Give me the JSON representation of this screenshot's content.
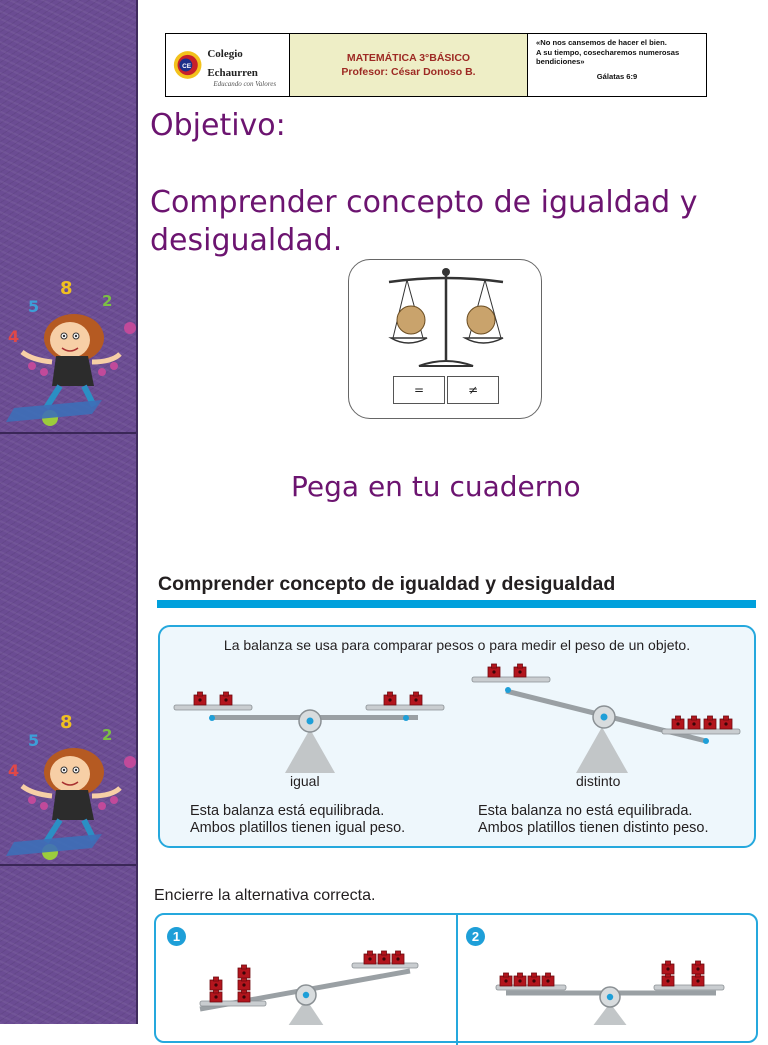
{
  "header": {
    "school_name": "Colegio Echaurren",
    "school_motto": "Educando con Valores",
    "subject": "MATEMÁTICA 3°BÁSICO",
    "teacher": "Profesor: César Donoso B.",
    "quote_line1": "«No nos cansemos de hacer el bien.",
    "quote_line2": "A su tiempo, cosecharemos numerosas bendiciones»",
    "quote_ref": "Gálatas 6:9"
  },
  "objective": {
    "title": "Objetivo:",
    "text": "Comprender concepto de igualdad y desigualdad."
  },
  "symbols": {
    "equal": "=",
    "not_equal": "≠"
  },
  "paste_note": "Pega en tu cuaderno",
  "worksheet": {
    "title": "Comprender concepto de igualdad y desigualdad",
    "intro": "La balanza se usa para comparar pesos o para medir el peso de un objeto.",
    "equal_label": "igual",
    "equal_desc_1": "Esta balanza está equilibrada.",
    "equal_desc_2": "Ambos platillos tienen igual peso.",
    "different_label": "distinto",
    "different_desc_1": "Esta balanza no está equilibrada.",
    "different_desc_2": "Ambos platillos tienen distinto peso.",
    "instruction": "Encierre la alternativa correcta.",
    "exercise_1": "1",
    "exercise_2": "2"
  },
  "colors": {
    "purple_text": "#6c1470",
    "accent_blue": "#00a0dc",
    "block_red": "#b3151d",
    "strip": "#6b4c93"
  }
}
